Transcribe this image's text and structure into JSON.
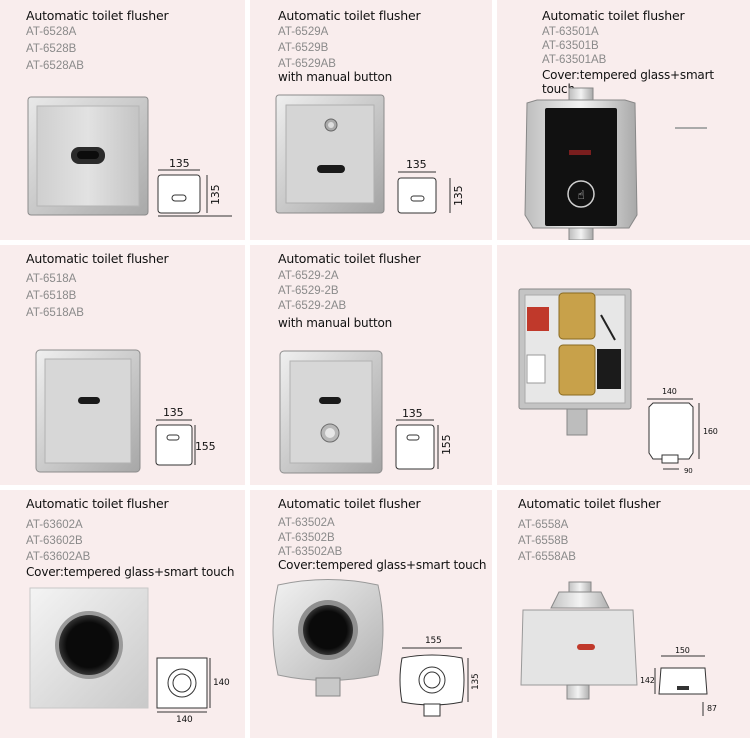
{
  "colors": {
    "cell_bg": "#f9eded",
    "sensor_dark": "#1a1a1a",
    "sensor_red": "#c0392b",
    "chrome": "#c8c8c8"
  },
  "cells": [
    {
      "title": "Automatic toilet flusher",
      "models": [
        "AT-6528A",
        "AT-6528B",
        "AT-6528AB"
      ],
      "note": "",
      "dims": {
        "w": "135",
        "h": "135"
      }
    },
    {
      "title": "Automatic toilet flusher",
      "models": [
        "AT-6529A",
        "AT-6529B",
        "AT-6529AB"
      ],
      "note": "with manual button",
      "dims": {
        "w": "135",
        "h": "135"
      }
    },
    {
      "title": "Automatic toilet flusher",
      "models": [
        "AT-63501A",
        "AT-63501B",
        "AT-63501AB"
      ],
      "note": "Cover:tempered glass+smart touch",
      "dims": {}
    },
    {
      "title": "Automatic toilet flusher",
      "models": [
        "AT-6518A",
        "AT-6518B",
        "AT-6518AB"
      ],
      "note": "",
      "dims": {
        "w": "135",
        "h": "155"
      }
    },
    {
      "title": "Automatic toilet flusher",
      "models": [
        "AT-6529-2A",
        "AT-6529-2B",
        "AT-6529-2AB"
      ],
      "note": "with manual button",
      "dims": {
        "w": "135",
        "h": "155"
      }
    },
    {
      "title": "",
      "models": [],
      "note": "",
      "dims": {
        "w": "140",
        "h": "160",
        "d": "90"
      }
    },
    {
      "title": "Automatic toilet flusher",
      "models": [
        "AT-63602A",
        "AT-63602B",
        "AT-63602AB"
      ],
      "note": "Cover:tempered glass+smart touch",
      "dims": {
        "w": "140",
        "h": "140"
      }
    },
    {
      "title": "Automatic toilet flusher",
      "models": [
        "AT-63502A",
        "AT-63502B",
        "AT-63502AB"
      ],
      "note": "Cover:tempered glass+smart touch",
      "dims": {
        "w": "155",
        "h": "135"
      }
    },
    {
      "title": "Automatic toilet flusher",
      "models": [
        "AT-6558A",
        "AT-6558B",
        "AT-6558AB"
      ],
      "note": "",
      "dims": {
        "w": "150",
        "h": "142",
        "d": "87"
      }
    }
  ]
}
